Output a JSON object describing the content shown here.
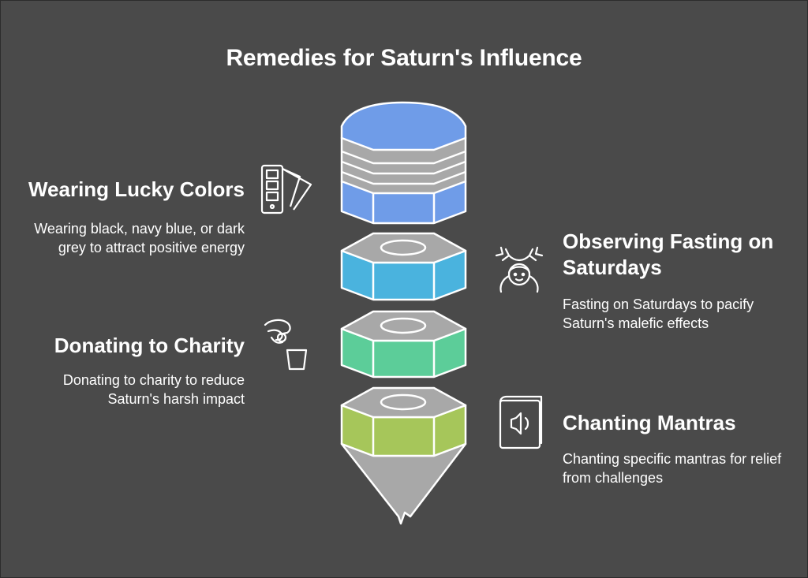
{
  "title": "Remedies for Saturn's Influence",
  "remedies": [
    {
      "heading": "Wearing Lucky Colors",
      "description": "Wearing black, navy blue, or dark grey to attract positive energy",
      "icon": "color-swatch-icon",
      "color": "#6f9ce8"
    },
    {
      "heading": "Observing Fasting on Saturdays",
      "description": "Fasting on Saturdays to pacify Saturn's malefic effects",
      "icon": "fasting-person-icon",
      "color": "#4ab3de"
    },
    {
      "heading": "Donating to Charity",
      "description": "Donating to charity to reduce Saturn's harsh impact",
      "icon": "donation-hand-icon",
      "color": "#5ccd99"
    },
    {
      "heading": "Chanting Mantras",
      "description": "Chanting specific mantras for relief from challenges",
      "icon": "mantra-book-icon",
      "color": "#a6c65a"
    }
  ],
  "colors": {
    "background": "#4a4a4a",
    "stone_top": "#a8a8a8",
    "stone_side": "#8f8f8f",
    "outline": "#ffffff"
  }
}
